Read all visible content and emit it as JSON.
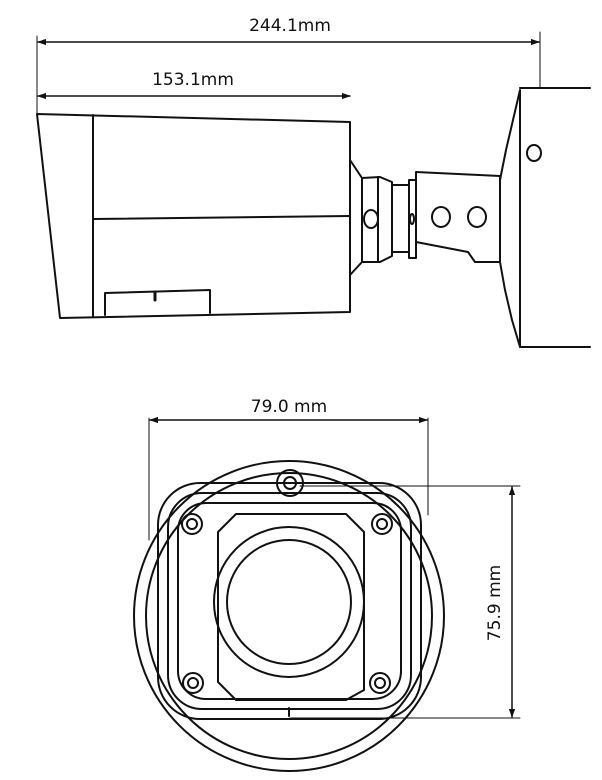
{
  "dimensions": {
    "overall_length": "244.1mm",
    "body_length": "153.1mm",
    "front_width": "79.0 mm",
    "front_height": "75.9 mm"
  },
  "colors": {
    "line": "#111111",
    "background": "#ffffff"
  }
}
